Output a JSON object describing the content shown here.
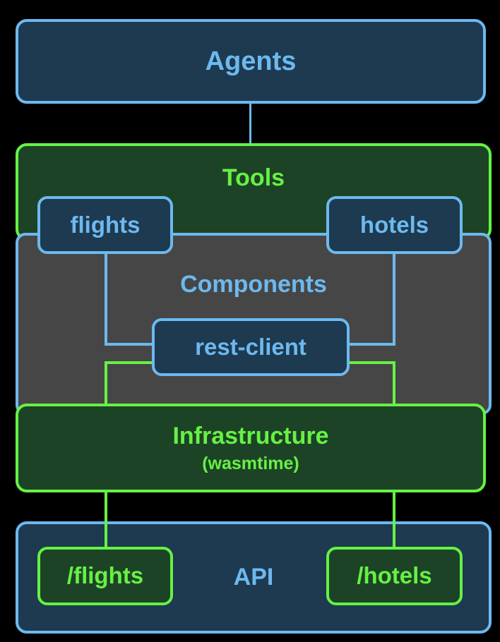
{
  "diagram": {
    "title": "Agents / Tools / Components / Infrastructure / API layered architecture",
    "colors": {
      "background": "#000000",
      "blue_accent": "#6db9ef",
      "green_accent": "#66f144",
      "blue_fill": "#1d3a50",
      "green_fill": "#1d4326",
      "gray_fill": "#464646"
    },
    "layers": [
      {
        "id": "agents",
        "label": "Agents",
        "style": "blue"
      },
      {
        "id": "tools",
        "label": "Tools",
        "style": "green"
      },
      {
        "id": "components",
        "label": "Components",
        "style": "gray"
      },
      {
        "id": "infrastructure",
        "label": "Infrastructure",
        "sublabel": "(wasmtime)",
        "style": "green"
      },
      {
        "id": "api",
        "label": "API",
        "style": "blue"
      }
    ],
    "nodes": [
      {
        "id": "flights",
        "label": "flights",
        "layer": "tools",
        "style": "blue"
      },
      {
        "id": "hotels",
        "label": "hotels",
        "layer": "tools",
        "style": "blue"
      },
      {
        "id": "rest-client",
        "label": "rest-client",
        "layer": "components",
        "style": "blue"
      },
      {
        "id": "api-flights",
        "label": "/flights",
        "layer": "api",
        "style": "green"
      },
      {
        "id": "api-hotels",
        "label": "/hotels",
        "layer": "api",
        "style": "green"
      }
    ],
    "edges": [
      {
        "from": "agents",
        "to": "tools",
        "color": "blue"
      },
      {
        "from": "flights",
        "to": "rest-client",
        "color": "blue"
      },
      {
        "from": "hotels",
        "to": "rest-client",
        "color": "blue"
      },
      {
        "from": "rest-client",
        "to": "infrastructure",
        "color": "green"
      },
      {
        "from": "infrastructure",
        "to": "api-flights",
        "color": "green"
      },
      {
        "from": "infrastructure",
        "to": "api-hotels",
        "color": "green"
      }
    ]
  }
}
